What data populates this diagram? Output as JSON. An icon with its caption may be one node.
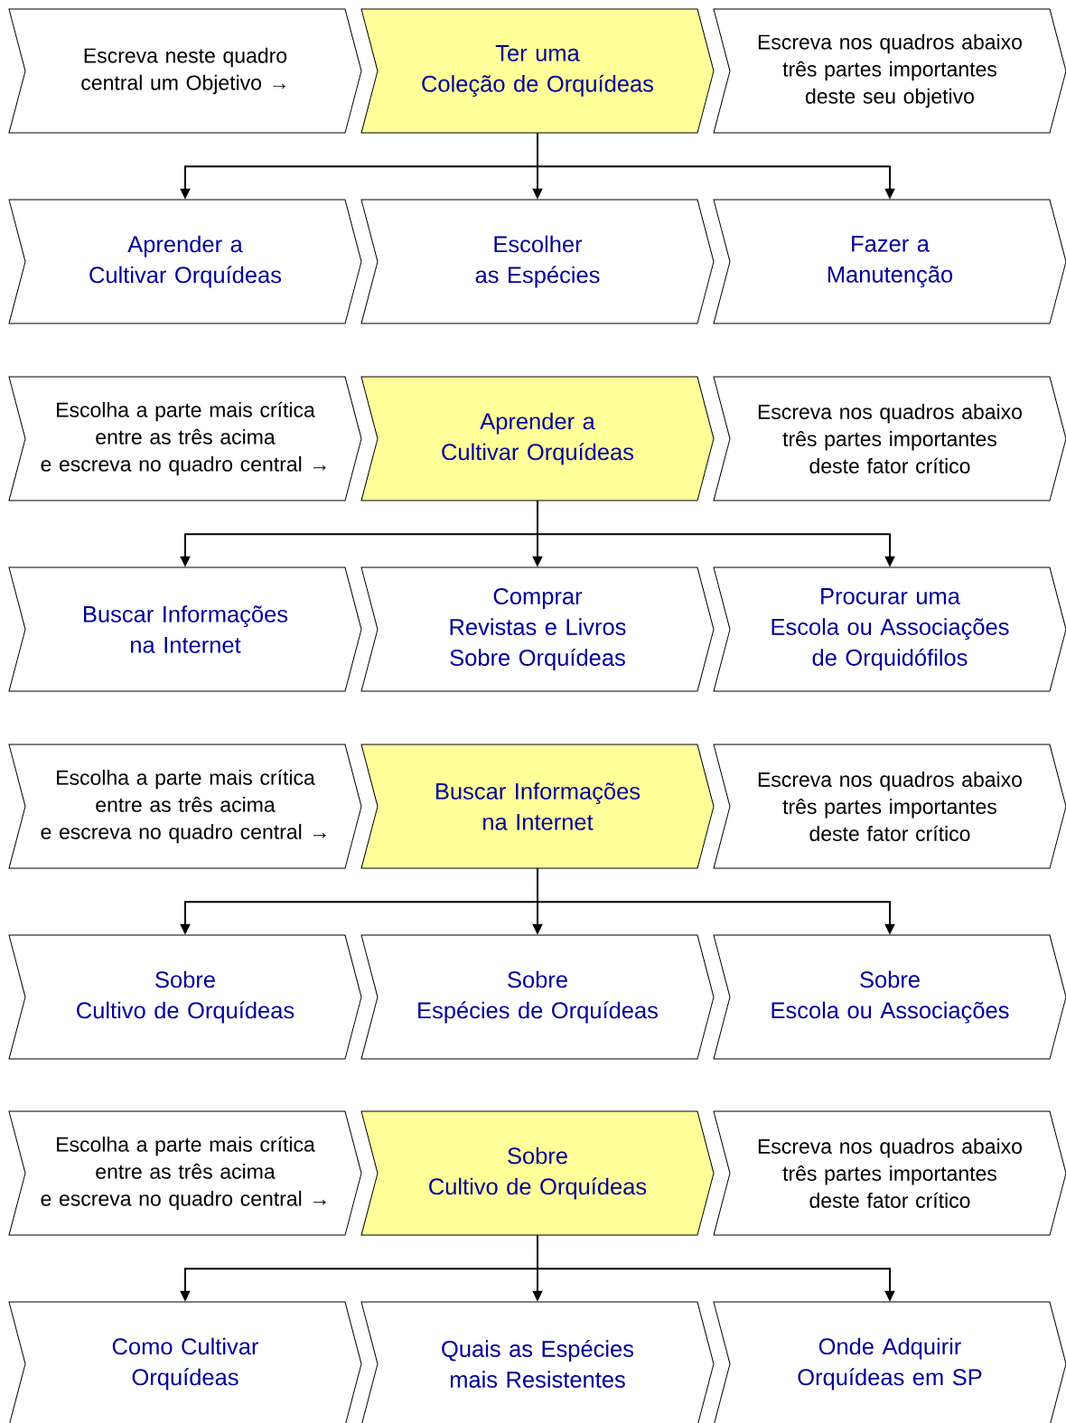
{
  "diagram": {
    "nodes": [
      {
        "text": [
          "Escreva neste quadro central um Objetivo →"
        ]
      },
      {
        "text": [
          "Ter uma Coleção de Orquídeas"
        ]
      },
      {
        "text": [
          "Escreva nos quadros abaixo três partes importantes deste seu objetivo"
        ]
      },
      {
        "text": [
          "Aprender a Cultivar Orquídeas"
        ]
      },
      {
        "text": [
          "Escolher as Espécies"
        ]
      },
      {
        "text": [
          "Fazer a Manutenção"
        ]
      },
      {
        "text": [
          "Escolha a parte mais crítica entre as três acima e escreva no quadro central →"
        ]
      },
      {
        "text": [
          "Aprender a Cultivar Orquídeas"
        ]
      },
      {
        "text": [
          "Escreva nos quadros abaixo três partes importantes deste fator crítico"
        ]
      },
      {
        "text": [
          "Buscar Informações na Internet"
        ]
      },
      {
        "text": [
          "Comprar Revistas e Livros Sobre Orquídeas"
        ]
      },
      {
        "text": [
          "Procurar uma Escola ou Associações de Orquidófilos"
        ]
      },
      {
        "text": [
          "Escolha a parte mais crítica entre as três acima e escreva no quadro central →"
        ]
      },
      {
        "text": [
          "Buscar Informações na Internet"
        ]
      },
      {
        "text": [
          "Escreva nos quadros abaixo três partes importantes deste fator crítico"
        ]
      },
      {
        "text": [
          "Sobre Cultivo de Orquídeas"
        ]
      },
      {
        "text": [
          "Sobre Espécies de Orquídeas"
        ]
      },
      {
        "text": [
          "Sobre Escola ou Associações"
        ]
      },
      {
        "text": [
          "Escolha a parte mais crítica entre as três acima e escreva no quadro central →"
        ]
      },
      {
        "text": [
          "Sobre Cultivo de Orquídeas"
        ]
      },
      {
        "text": [
          "Escreva nos quadros abaixo três partes importantes deste fator crítico"
        ]
      },
      {
        "text": [
          "Como Cultivar Orquídeas"
        ]
      },
      {
        "text": [
          "Quais as Espécies mais Resistentes"
        ]
      },
      {
        "text": [
          "Onde Adquirir Orquídeas em SP"
        ]
      }
    ],
    "edges": [
      {
        "from": 1,
        "to": 3,
        "arrow": "to"
      },
      {
        "from": 1,
        "to": 4,
        "arrow": "to"
      },
      {
        "from": 1,
        "to": 5,
        "arrow": "to"
      },
      {
        "from": 7,
        "to": 9,
        "arrow": "to"
      },
      {
        "from": 7,
        "to": 10,
        "arrow": "to"
      },
      {
        "from": 7,
        "to": 11,
        "arrow": "to"
      },
      {
        "from": 13,
        "to": 15,
        "arrow": "to"
      },
      {
        "from": 13,
        "to": 16,
        "arrow": "to"
      },
      {
        "from": 13,
        "to": 17,
        "arrow": "to"
      },
      {
        "from": 19,
        "to": 21,
        "arrow": "to"
      },
      {
        "from": 19,
        "to": 22,
        "arrow": "to"
      },
      {
        "from": 19,
        "to": 23,
        "arrow": "to"
      }
    ]
  }
}
